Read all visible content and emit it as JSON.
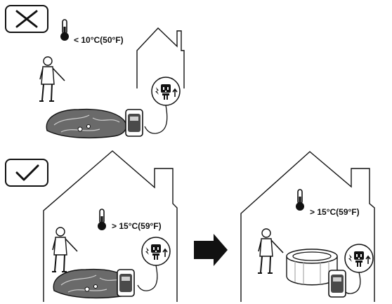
{
  "panels": {
    "incorrect": {
      "marker_icon": "cross-icon",
      "temperature_label": "< 10°C(50°F)"
    },
    "correct": {
      "marker_icon": "check-icon",
      "temperature_label_left": "> 15°C(59°F)",
      "temperature_label_right": "> 15°C(59°F)"
    }
  },
  "icons": {
    "thermometer": "thermometer-icon",
    "power_outlet": "power-plug-icon",
    "arrow": "right-arrow-icon",
    "person": "person-icon",
    "deflated_spa": "deflated-spa-icon",
    "inflated_spa": "inflated-spa-icon",
    "pump": "pump-icon",
    "house": "house-icon"
  },
  "colors": {
    "line": "#111111",
    "background": "#ffffff"
  }
}
